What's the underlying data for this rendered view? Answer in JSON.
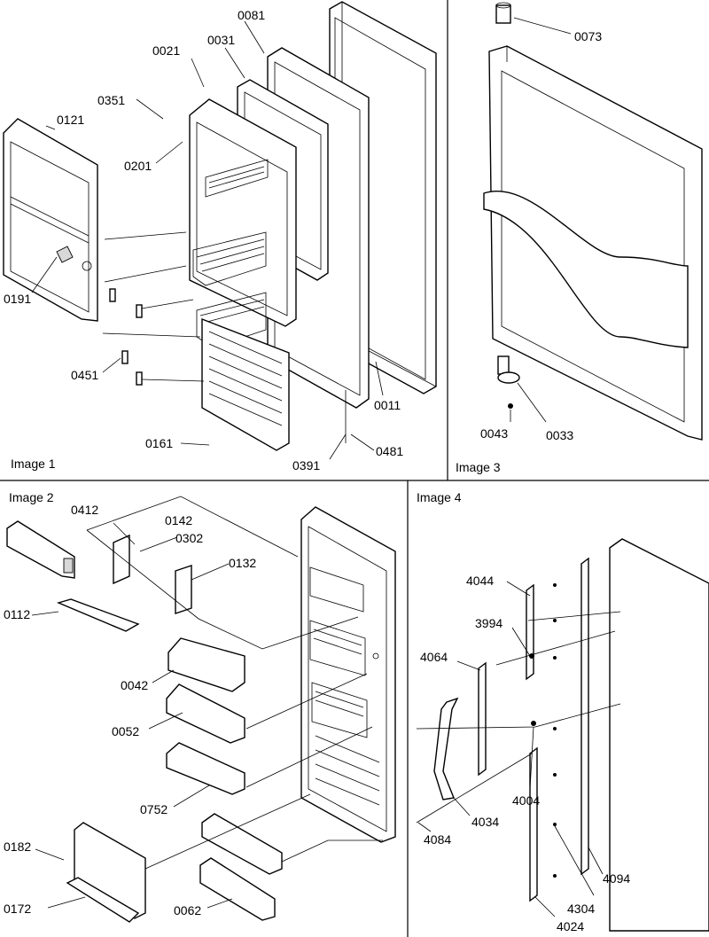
{
  "panels": [
    {
      "title": "Image 1"
    },
    {
      "title": "Image 2"
    },
    {
      "title": "Image 3"
    },
    {
      "title": "Image 4"
    }
  ],
  "labels": {
    "p1": [
      "0081",
      "0021",
      "0031",
      "0351",
      "0121",
      "0201",
      "0191",
      "0451",
      "0161",
      "0391",
      "0481",
      "0011"
    ],
    "p2": [
      "0412",
      "0142",
      "0302",
      "0132",
      "0112",
      "0042",
      "0052",
      "0752",
      "0182",
      "0172",
      "0062"
    ],
    "p3": [
      "0073",
      "0043",
      "0033"
    ],
    "p4": [
      "4044",
      "3994",
      "4064",
      "4004",
      "4034",
      "4084",
      "4094",
      "4304",
      "4024"
    ]
  }
}
